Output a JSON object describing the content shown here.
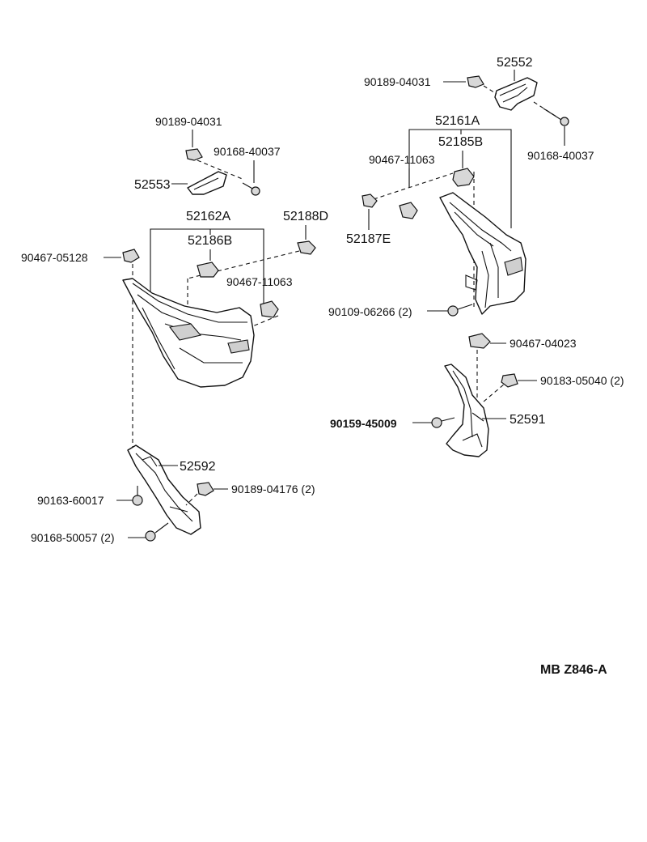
{
  "drawing_code": "MB  Z846-A",
  "labels": {
    "p52552": "52552",
    "p90189_04031_r": "90189-04031",
    "p52161A": "52161A",
    "p90168_40037_r": "90168-40037",
    "p52185B": "52185B",
    "p90467_11063_r": "90467-11063",
    "p52187E": "52187E",
    "p90109_06266": "90109-06266 (2)",
    "p90467_04023": "90467-04023",
    "p90183_05040": "90183-05040 (2)",
    "p90159_45009": "90159-45009",
    "p52591": "52591",
    "p90189_04031_l": "90189-04031",
    "p90168_40037_l": "90168-40037",
    "p52553": "52553",
    "p52162A": "52162A",
    "p52188D": "52188D",
    "p52186B": "52186B",
    "p90467_05128": "90467-05128",
    "p90467_11063_l": "90467-11063",
    "p52592": "52592",
    "p90163_60017": "90163-60017",
    "p90189_04176": "90189-04176 (2)",
    "p90168_50057": "90168-50057 (2)"
  }
}
